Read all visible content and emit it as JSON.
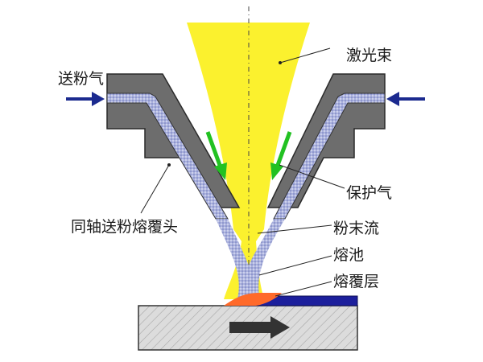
{
  "labels": {
    "laser_beam": "激光束",
    "powder_gas": "送粉气",
    "shield_gas": "保护气",
    "nozzle": "同轴送粉熔覆头",
    "powder_stream": "粉末流",
    "melt_pool": "熔池",
    "clad_layer": "熔覆层"
  },
  "colors": {
    "laser": "#fbf12e",
    "nozzle_body": "#6d6d6d",
    "powder": "#9fa7d8",
    "gas_arrow_in": "#1b2a8f",
    "shield_arrow": "#22c122",
    "substrate": "#d9d9d9",
    "clad": "#1c1f9c",
    "melt_pool": "#ff6a2a",
    "motion_arrow": "#333333"
  }
}
